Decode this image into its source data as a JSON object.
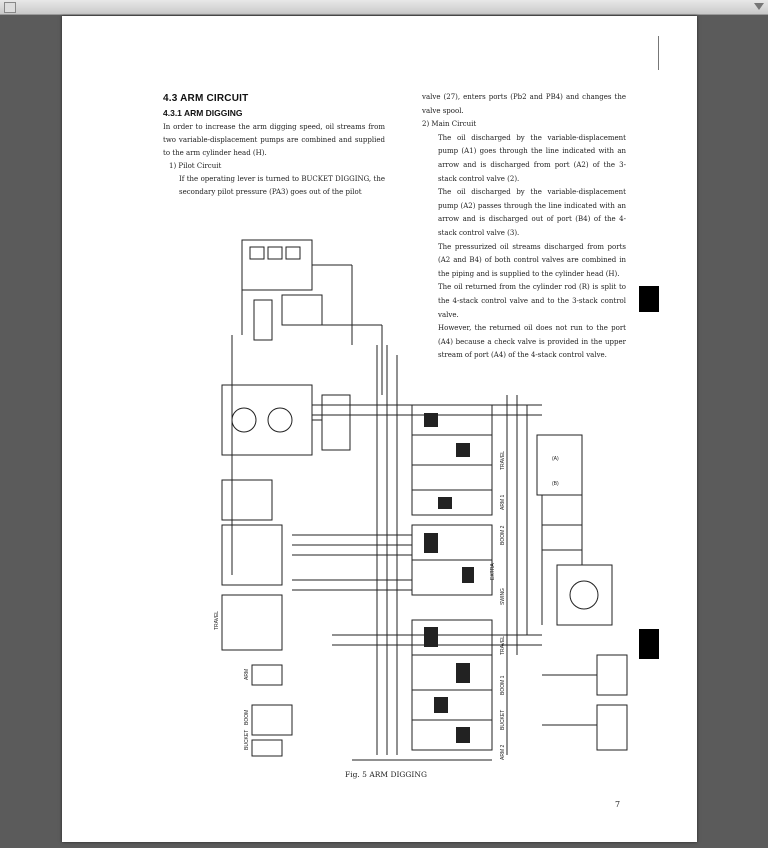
{
  "section": {
    "heading": "4.3 ARM CIRCUIT",
    "subheading": "4.3.1 ARM DIGGING",
    "intro": "In order to increase the arm digging speed, oil streams from two variable-displacement pumps are combined and supplied to the arm cylinder head (H).",
    "pilot": {
      "label": "1)  Pilot Circuit",
      "text1": "If the operating lever is turned to BUCKET DIGGING, the secondary pilot pressure (PA3) goes out of the pilot",
      "text2": "valve (27), enters ports (Pb2 and PB4) and changes the valve spool."
    },
    "main": {
      "label": "2)  Main Circuit",
      "para1": "The oil discharged by the variable-displacement pump (A1) goes through the line indicated with an arrow and is discharged from port (A2) of the 3-stack control valve (2).",
      "para2": "The oil discharged by the variable-displacement pump (A2) passes through the line indicated with an arrow and is discharged out of port (B4) of the 4-stack control valve (3).",
      "para3": "The pressurized oil streams discharged from ports (A2 and B4) of both control valves are combined in the piping and is supplied to the cylinder head (H).",
      "para4": "The oil returned from the cylinder rod (R) is split to the 4-stack control valve and to the 3-stack control valve.",
      "para5": "However, the returned oil does not run to the port (A4) because a check valve is provided in the upper stream of port (A4) of the 4-stack control valve."
    }
  },
  "figure": {
    "caption": "Fig. 5  ARM DIGGING",
    "labels": {
      "l1": "TRAVEL",
      "l2": "ARM 1",
      "l3": "BOOM 2",
      "l4": "EXTRA",
      "l5": "SWING",
      "l6": "TRAVEL",
      "l7": "BOOM 1",
      "l8": "BUCKET",
      "l9": "ARM 2",
      "l10": "BUCKET",
      "l11": "ARM",
      "l12": "BOOM",
      "l13": "TRAVEL",
      "l14": "(A)",
      "l15": "(B)"
    }
  },
  "page_number": "7"
}
